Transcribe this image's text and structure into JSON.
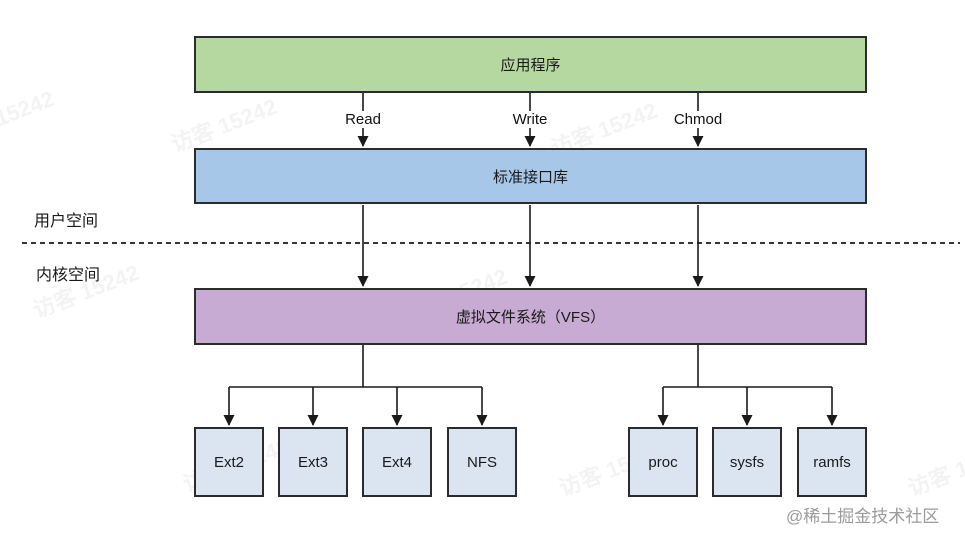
{
  "diagram": {
    "boxes": {
      "application": "应用程序",
      "standard_library": "标准接口库",
      "vfs": "虚拟文件系统（VFS）",
      "filesystems_disk": [
        "Ext2",
        "Ext3",
        "Ext4",
        "NFS"
      ],
      "filesystems_virtual": [
        "proc",
        "sysfs",
        "ramfs"
      ]
    },
    "arrow_labels": [
      "Read",
      "Write",
      "Chmod"
    ],
    "regions": {
      "user_space": "用户空间",
      "kernel_space": "内核空间"
    },
    "watermark": {
      "visitor": "访客 15242",
      "credit": "@稀土掘金技术社区"
    },
    "colors": {
      "application_bg": "#b5d8a1",
      "library_bg": "#a7c7e9",
      "vfs_bg": "#c7abd3",
      "filesystem_bg": "#dbe5f1",
      "border": "#2b2b2b",
      "line": "#1a1a1a",
      "credit_text": "#9b9b9b"
    }
  }
}
